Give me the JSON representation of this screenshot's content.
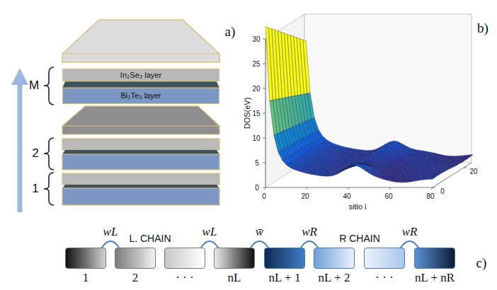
{
  "diagram": {
    "nodes": [
      {
        "text": [
          "In₂Se₃ layer"
        ]
      },
      {
        "text": [
          "Bi₂Te₃ layer"
        ]
      },
      {
        "text": [
          "1"
        ]
      },
      {
        "text": [
          "2"
        ]
      },
      {
        "text": [
          "· · ·"
        ]
      },
      {
        "text": [
          "nL"
        ]
      },
      {
        "text": [
          "nL + 1"
        ]
      },
      {
        "text": [
          "nL + 2"
        ]
      },
      {
        "text": [
          "· · ·"
        ]
      },
      {
        "text": [
          "nL + nR"
        ]
      }
    ],
    "edges": [
      {
        "from": 2,
        "to": 3,
        "label": "wL",
        "arrow": "none"
      },
      {
        "from": 4,
        "to": 5,
        "label": "wL",
        "arrow": "none"
      },
      {
        "from": 5,
        "to": 6,
        "label": "w̄",
        "arrow": "none"
      },
      {
        "from": 6,
        "to": 7,
        "label": "wR",
        "arrow": "none"
      },
      {
        "from": 8,
        "to": 9,
        "label": "wR",
        "arrow": "none"
      }
    ],
    "labels": [
      "a)",
      "b)",
      "c)",
      "M",
      "2",
      "1",
      "DOS(eV)",
      "sitio i",
      "0",
      "20",
      "40",
      "60",
      "80",
      "0",
      "5",
      "10",
      "15",
      "20",
      "25",
      "30",
      "0",
      "20",
      "L. CHAIN",
      "R CHAIN"
    ]
  }
}
